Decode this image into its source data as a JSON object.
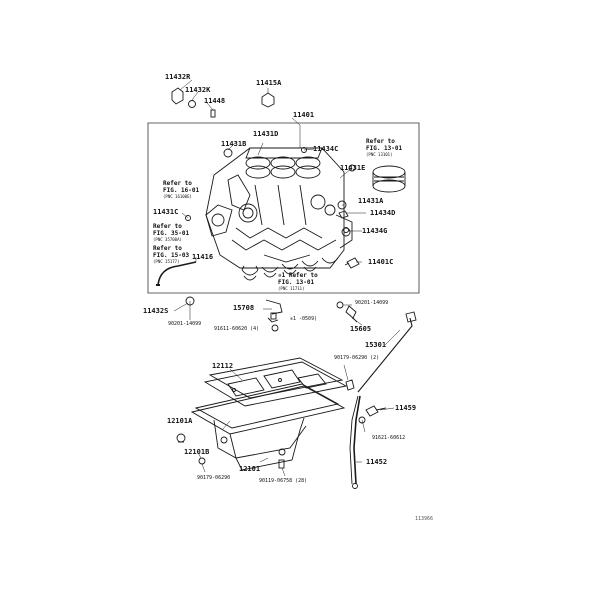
{
  "parts": {
    "p11432r": "11432R",
    "p11432k": "11432K",
    "p11448": "11448",
    "p11415a": "11415A",
    "p11401": "11401",
    "p11431d": "11431D",
    "p11431b": "11431B",
    "p11434c": "11434C",
    "p11431e": "11431E",
    "p11431c": "11431C",
    "p11431a": "11431A",
    "p11434d": "11434D",
    "p11434g": "11434G",
    "p11416": "11416",
    "p11401c": "11401C",
    "p11432s": "11432S",
    "p15708": "15708",
    "p15605": "15605",
    "p15301": "15301",
    "p12112": "12112",
    "p11459": "11459",
    "p12101a": "12101A",
    "p12101b": "12101B",
    "p12101": "12101",
    "p11452": "11452"
  },
  "bolts": {
    "b1": "90201-14099",
    "b2": "91611-60620 (4)",
    "b3": "90201-14099",
    "b4": "90179-06290 (2)",
    "b5": "91621-60612",
    "b6": "90179-06290",
    "b7": "90119-06758 (28)"
  },
  "refs": {
    "piston": {
      "line1": "Refer to",
      "line2": "FIG. 13-01",
      "sub": "(PNC 13101)"
    },
    "left1": {
      "line1": "Refer to",
      "line2": "FIG. 16-01",
      "sub": "(PNC 16100E)"
    },
    "left2": {
      "line1": "Refer to",
      "line2": "FIG. 35-01",
      "sub": "(PNC 35700A)"
    },
    "left3": {
      "line1": "Refer to",
      "line2": "FIG. 15-03",
      "sub": "(PNC 15177)"
    },
    "bottom": {
      "line1": "✵1 Refer to",
      "line2": "FIG. 13-01",
      "sub": "(PNC 11711)"
    }
  },
  "date_note": "✵1 -0509)",
  "diagram_code": "113966",
  "colors": {
    "ink": "#1a1a1a",
    "box": "#333333"
  }
}
